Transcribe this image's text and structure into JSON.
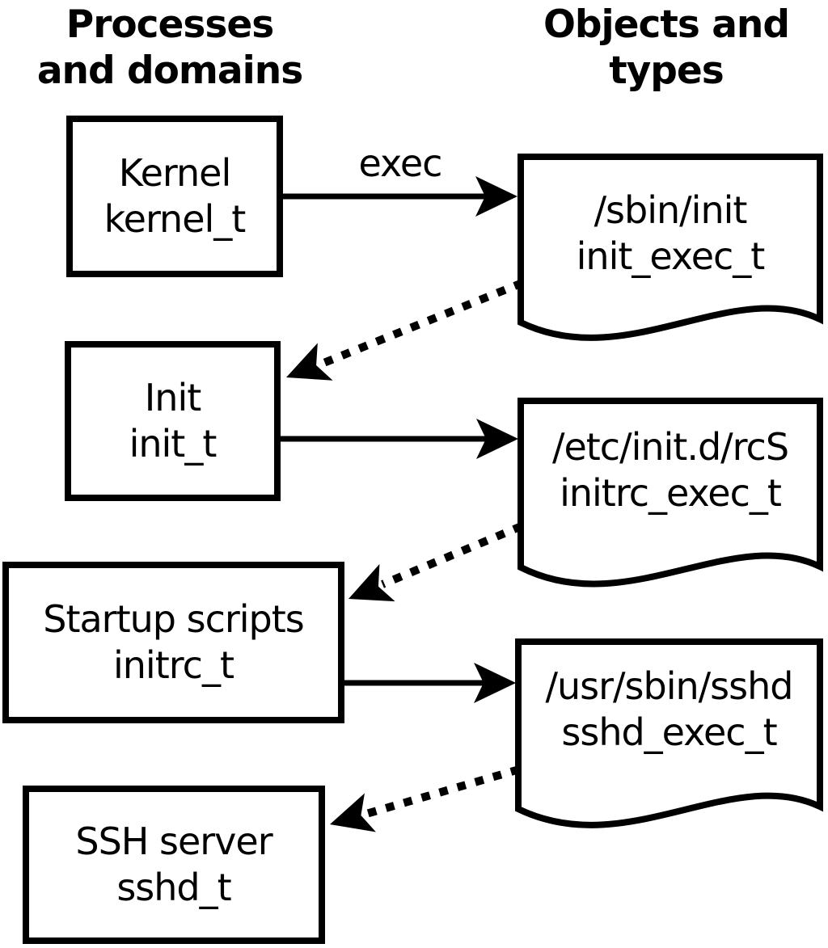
{
  "headers": {
    "left": {
      "line1": "Processes",
      "line2": "and domains"
    },
    "right": {
      "line1": "Objects and",
      "line2": "types"
    }
  },
  "edge_labels": {
    "exec": "exec"
  },
  "nodes": {
    "kernel": {
      "line1": "Kernel",
      "line2": "kernel_t"
    },
    "init": {
      "line1": "Init",
      "line2": "init_t"
    },
    "startup_scripts": {
      "line1": "Startup scripts",
      "line2": "initrc_t"
    },
    "ssh_server": {
      "line1": "SSH server",
      "line2": "sshd_t"
    },
    "sbin_init": {
      "line1": "/sbin/init",
      "line2": "init_exec_t"
    },
    "etc_init_d_rcs": {
      "line1": "/etc/init.d/rcS",
      "line2": "initrc_exec_t"
    },
    "usr_sbin_sshd": {
      "line1": "/usr/sbin/sshd",
      "line2": "sshd_exec_t"
    }
  },
  "colors": {
    "ink": "#000000",
    "background": "#ffffff"
  }
}
